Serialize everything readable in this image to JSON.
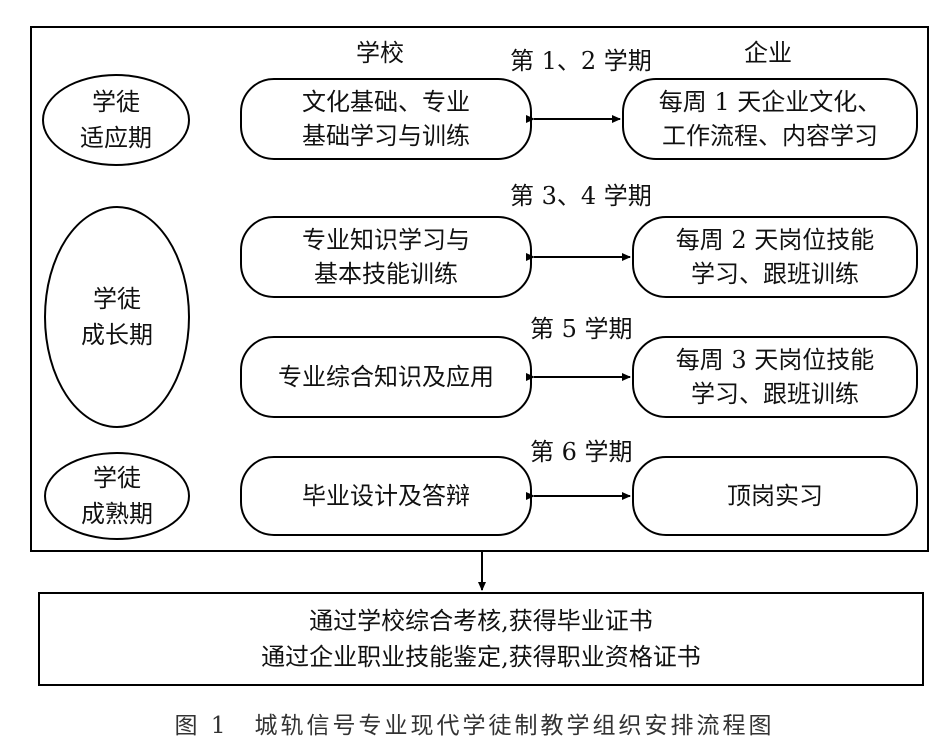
{
  "headers": {
    "school": "学校",
    "enterprise": "企业"
  },
  "stages": [
    {
      "line1": "学徒",
      "line2": "适应期"
    },
    {
      "line1": "学徒",
      "line2": "成长期"
    },
    {
      "line1": "学徒",
      "line2": "成熟期"
    }
  ],
  "rows": [
    {
      "semester": "第 1、2 学期",
      "school": [
        "文化基础、专业",
        "基础学习与训练"
      ],
      "enterprise": [
        "每周 1 天企业文化、",
        "工作流程、内容学习"
      ]
    },
    {
      "semester": "第 3、4 学期",
      "school": [
        "专业知识学习与",
        "基本技能训练"
      ],
      "enterprise": [
        "每周 2 天岗位技能",
        "学习、跟班训练"
      ]
    },
    {
      "semester": "第 5 学期",
      "school": [
        "专业综合知识及应用"
      ],
      "enterprise": [
        "每周 3 天岗位技能",
        "学习、跟班训练"
      ]
    },
    {
      "semester": "第 6 学期",
      "school": [
        "毕业设计及答辩"
      ],
      "enterprise": [
        "顶岗实习"
      ]
    }
  ],
  "outcome": {
    "line1": "通过学校综合考核,获得毕业证书",
    "line2": "通过企业职业技能鉴定,获得职业资格证书"
  },
  "caption": "图 1　城轨信号专业现代学徒制教学组织安排流程图"
}
